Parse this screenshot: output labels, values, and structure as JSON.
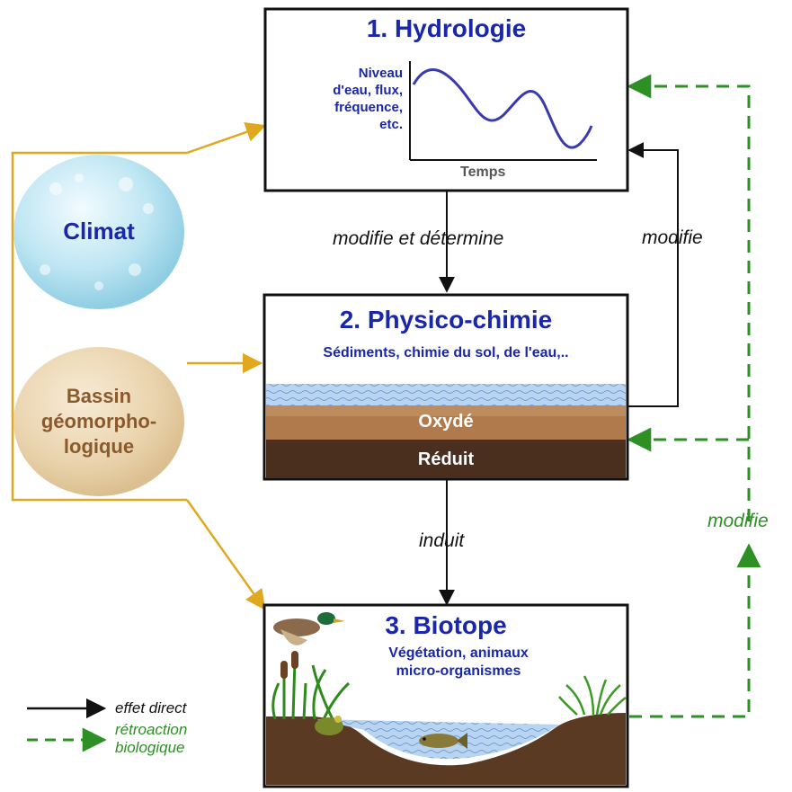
{
  "boxes": {
    "hydrologie": {
      "title": "1. Hydrologie",
      "ylabel_lines": [
        "Niveau",
        "d'eau, flux,",
        "fréquence,",
        "etc."
      ],
      "xlabel": "Temps"
    },
    "physicochimie": {
      "title": "2. Physico-chimie",
      "subtitle": "Sédiments, chimie du sol, de l'eau,..",
      "layer_oxyde": "Oxydé",
      "layer_reduit": "Réduit"
    },
    "biotope": {
      "title": "3. Biotope",
      "subtitle_lines": [
        "Végétation, animaux",
        "micro-organismes"
      ]
    }
  },
  "drivers": {
    "climat": "Climat",
    "bassin_lines": [
      "Bassin",
      "géomorpho-",
      "logique"
    ]
  },
  "arrow_labels": {
    "modifie_determine": "modifie et détermine",
    "induit": "induit",
    "modifie_black": "modifie",
    "modifie_green": "modifie"
  },
  "legend": {
    "direct": "effet direct",
    "feedback_lines": [
      "rétroaction",
      "biologique"
    ]
  },
  "colors": {
    "title_blue": "#1a27a8",
    "driver_arrow": "#e0a81e",
    "feedback_green": "#2e8f24",
    "water": "#9fc3ea",
    "oxide": "#b07a4c",
    "reduced": "#4a2f1f",
    "soil": "#5a3a22"
  },
  "icons": [
    "duck-icon",
    "frog-icon",
    "fish-icon",
    "reed-icon",
    "grass-icon"
  ]
}
